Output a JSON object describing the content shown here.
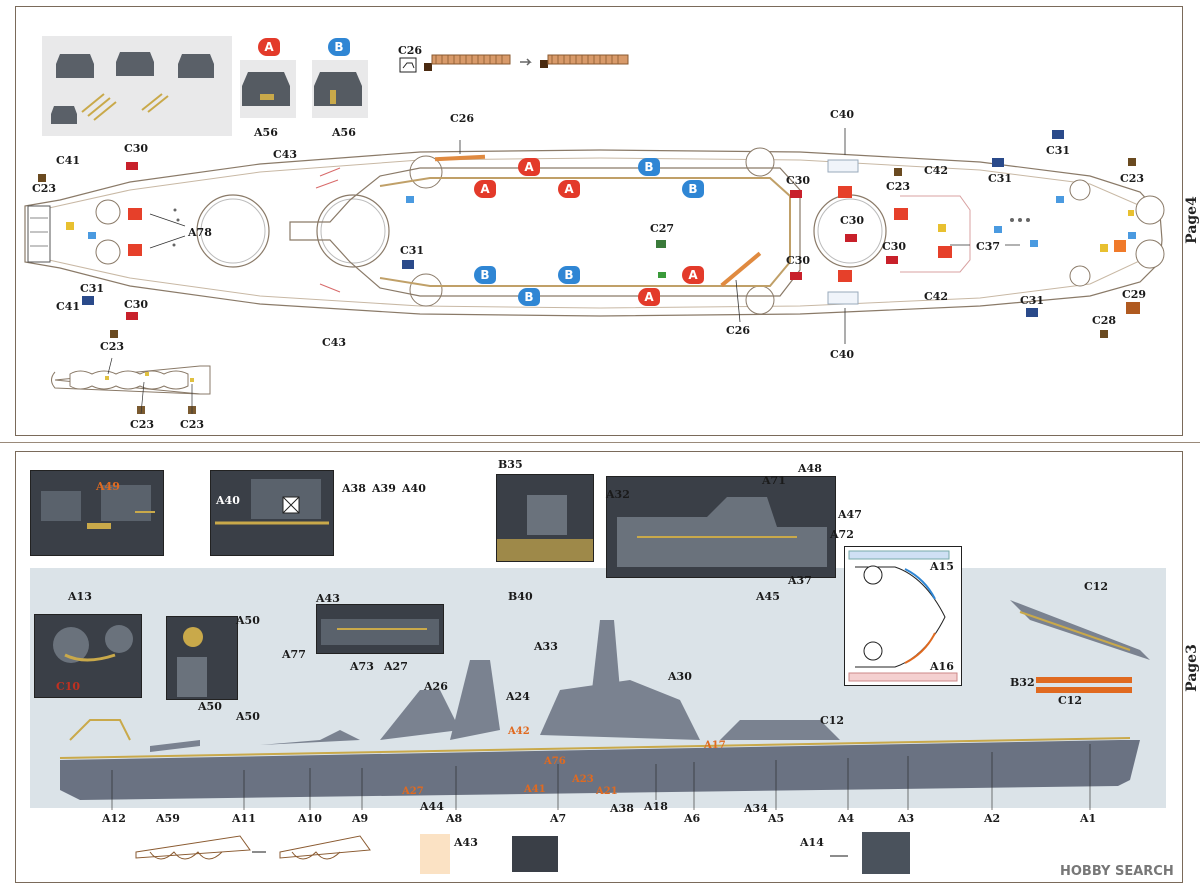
{
  "page4": {
    "page_label": "Page4",
    "badges": {
      "a": "A",
      "b": "B"
    },
    "labels": {
      "a56_left": "A56",
      "a56_right": "A56",
      "c26_top": "C26",
      "c26_mid": "C26",
      "c26_bottom": "C26",
      "c41_top": "C41",
      "c41_bottom": "C41",
      "c23_left": "C23",
      "c23_right_top": "C23",
      "c23_far_right": "C23",
      "c30_1": "C30",
      "c30_2": "C30",
      "c30_3": "C30",
      "c30_4": "C30",
      "c30_5": "C30",
      "c30_6": "C30",
      "a78": "A78",
      "c43_top": "C43",
      "c43_bottom": "C43",
      "c40_top": "C40",
      "c40_bottom": "C40",
      "c31_1": "C31",
      "c31_2": "C31",
      "c31_3": "C31",
      "c31_4": "C31",
      "c31_5": "C31",
      "c27": "C27",
      "c42_top": "C42",
      "c42_bottom": "C42",
      "c37": "C37",
      "c28": "C28",
      "c29": "C29",
      "c23_bottom_top": "C23",
      "c23_bottom_a": "C23",
      "c23_bottom_b": "C23"
    }
  },
  "page3": {
    "page_label": "Page3",
    "labels": {
      "a49": "A49",
      "a40": "A40",
      "a38": "A38",
      "a39": "A39",
      "a40b": "A40",
      "b35": "B35",
      "a32": "A32",
      "a71": "A71",
      "a48": "A48",
      "a47": "A47",
      "a72": "A72",
      "a37": "A37",
      "a45": "A45",
      "a15": "A15",
      "a16": "A16",
      "a13": "A13",
      "c10": "C10",
      "a50_top": "A50",
      "a77": "A77",
      "a50_mid": "A50",
      "a50_bottom": "A50",
      "a43_top": "A43",
      "a73": "A73",
      "a27_top": "A27",
      "b40": "B40",
      "a33": "A33",
      "a30": "A30",
      "a26": "A26",
      "a24": "A24",
      "c12_top": "C12",
      "b32": "B32",
      "c12_mid": "C12",
      "c12_low": "C12",
      "a12": "A12",
      "a59": "A59",
      "a11": "A11",
      "a10": "A10",
      "a9": "A9",
      "a44": "A44",
      "a8": "A8",
      "a7": "A7",
      "a38_bottom": "A38",
      "a18": "A18",
      "a6": "A6",
      "a34": "A34",
      "a5": "A5",
      "a4": "A4",
      "a3": "A3",
      "a2": "A2",
      "a1": "A1",
      "a43_bottom": "A43",
      "a14": "A14"
    },
    "orange_labels": {
      "a27": "A27",
      "a41": "A41",
      "a23": "A23",
      "a21": "A21",
      "a76": "A76",
      "a42": "A42",
      "a17": "A17"
    }
  },
  "watermark": "HOBBY SEARCH"
}
